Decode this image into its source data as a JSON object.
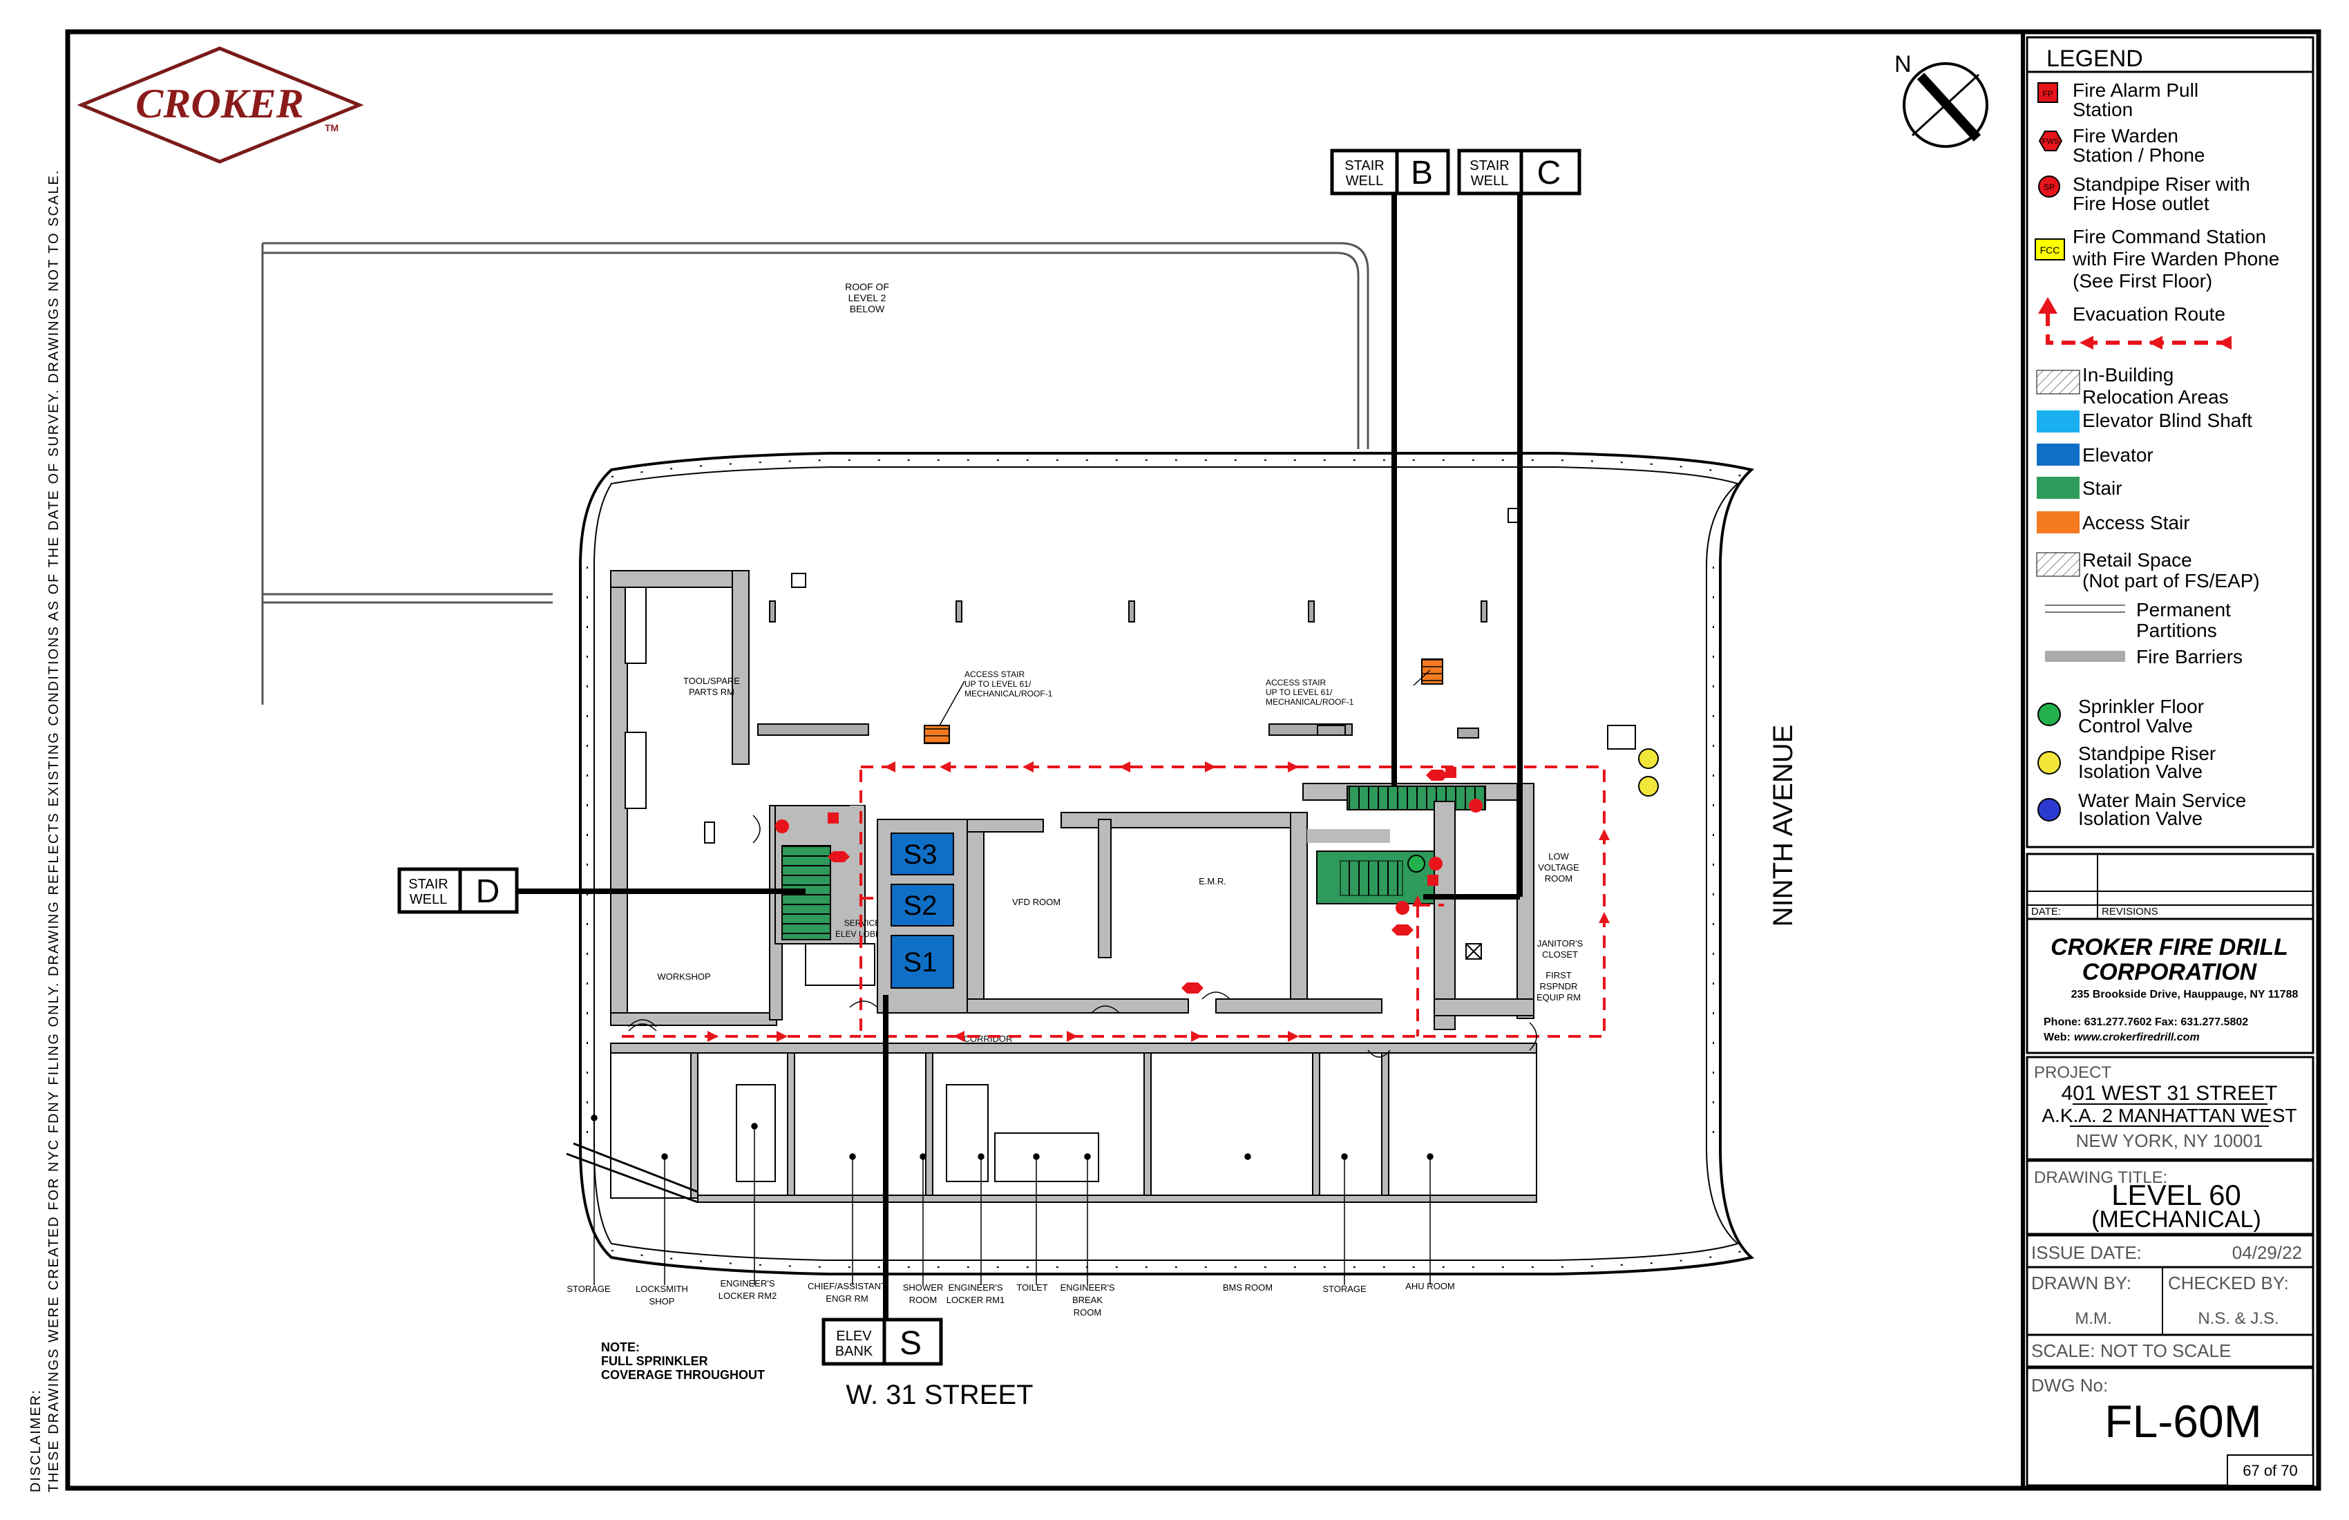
{
  "logo": {
    "text": "CROKER",
    "tm": "TM"
  },
  "disclaimer": {
    "line1": "DISCLAIMER:",
    "line2": "THESE DRAWINGS WERE CREATED FOR NYC FDNY FILING ONLY. DRAWING REFLECTS EXISTING CONDITIONS AS OF THE DATE OF SURVEY. DRAWINGS NOT TO SCALE."
  },
  "north": "N",
  "roof_label": [
    "ROOF OF",
    "LEVEL 2",
    "BELOW"
  ],
  "stairwells": {
    "b": {
      "label1": "STAIR",
      "label2": "WELL",
      "letter": "B"
    },
    "c": {
      "label1": "STAIR",
      "label2": "WELL",
      "letter": "C"
    },
    "d": {
      "label1": "STAIR",
      "label2": "WELL",
      "letter": "D"
    },
    "s": {
      "label1": "ELEV",
      "label2": "BANK",
      "letter": "S"
    }
  },
  "elevators": [
    "S3",
    "S2",
    "S1"
  ],
  "streets": {
    "south": "W. 31 STREET",
    "east": "NINTH AVENUE"
  },
  "access_stair_labels": {
    "west": [
      "ACCESS STAIR",
      "UP TO LEVEL 61/",
      "MECHANICAL/ROOF-1"
    ],
    "east": [
      "ACCESS STAIR",
      "UP TO LEVEL 61/",
      "MECHANICAL/ROOF-1"
    ]
  },
  "rooms": {
    "tool": [
      "TOOL/SPARE",
      "PARTS RM"
    ],
    "workshop": "WORKSHOP",
    "service": [
      "SERVICE",
      "ELEV LOBBY"
    ],
    "vfd": "VFD ROOM",
    "emr": "E.M.R.",
    "low_voltage": [
      "LOW",
      "VOLTAGE",
      "ROOM"
    ],
    "janitor": [
      "JANITOR'S",
      "CLOSET"
    ],
    "first_rspndr": [
      "FIRST",
      "RSPNDR",
      "EQUIP RM"
    ],
    "corridor": "CORRIDOR"
  },
  "bottom_labels": [
    [
      "STORAGE"
    ],
    [
      "LOCKSMITH",
      "SHOP"
    ],
    [
      "ENGINEER'S",
      "LOCKER RM2"
    ],
    [
      "CHIEF/ASSISTANT",
      "ENGR RM"
    ],
    [
      "SHOWER",
      "ROOM"
    ],
    [
      "ENGINEER'S",
      "LOCKER RM1"
    ],
    [
      "TOILET"
    ],
    [
      "ENGINEER'S",
      "BREAK",
      "ROOM"
    ],
    [
      "BMS ROOM"
    ],
    [
      "STORAGE"
    ],
    [
      "AHU ROOM"
    ]
  ],
  "note": [
    "NOTE:",
    "FULL SPRINKLER",
    "COVERAGE THROUGHOUT"
  ],
  "legend": {
    "title": "LEGEND",
    "items": [
      {
        "symbol": "FP",
        "line1": "Fire Alarm Pull",
        "line2": "Station"
      },
      {
        "symbol": "FWS",
        "line1": "Fire Warden",
        "line2": "Station / Phone"
      },
      {
        "symbol": "SP",
        "line1": "Standpipe Riser with",
        "line2": "Fire Hose outlet"
      },
      {
        "symbol": "FCC",
        "line1": "Fire Command Station",
        "line2": "with Fire Warden Phone",
        "line3": "(See First Floor)"
      },
      {
        "symbol": "",
        "line1": "Evacuation  Route"
      },
      {
        "line1": "In-Building",
        "line2": "Relocation Areas"
      },
      {
        "line1": "Elevator Blind Shaft"
      },
      {
        "line1": "Elevator"
      },
      {
        "line1": "Stair"
      },
      {
        "line1": "Access Stair"
      },
      {
        "line1": "Retail Space",
        "line2": "(Not part of FS/EAP)"
      },
      {
        "line1": "Permanent",
        "line2": "Partitions"
      },
      {
        "line1": "Fire Barriers"
      },
      {
        "line1": "Sprinkler Floor",
        "line2": "Control Valve"
      },
      {
        "line1": "Standpipe Riser",
        "line2": "Isolation Valve"
      },
      {
        "line1": "Water Main Service",
        "line2": "Isolation Valve"
      }
    ],
    "colors": {
      "blind_shaft": "#1ab0f0",
      "elevator": "#0f6fc6",
      "stair": "#2e9a5b",
      "access_stair": "#f47b20",
      "fire_red": "#e8141b",
      "fcc_yellow": "#ffff00",
      "sprinkler_green": "#22b14c",
      "standpipe_yellow": "#f2e63a",
      "water_blue": "#2b3bd1"
    }
  },
  "revisions": {
    "date": "DATE:",
    "revisions": "REVISIONS"
  },
  "company": {
    "name1": "CROKER FIRE DRILL",
    "name2": "CORPORATION",
    "address": "235 Brookside Drive, Hauppauge, NY 11788",
    "phone": "Phone: 631.277.7602  Fax: 631.277.5802",
    "web_prefix": "Web: ",
    "web": "www.crokerfiredrill.com"
  },
  "project": {
    "label": "PROJECT",
    "line1": "401 WEST 31 STREET",
    "line2": "A.K.A. 2 MANHATTAN WEST",
    "line3": "NEW YORK, NY 10001"
  },
  "drawing_title": {
    "label": "DRAWING TITLE:",
    "line1": "LEVEL 60",
    "line2": "(MECHANICAL)"
  },
  "issue": {
    "label": "ISSUE DATE:",
    "value": "04/29/22"
  },
  "drawn": {
    "label": "DRAWN BY:",
    "value": "M.M."
  },
  "checked": {
    "label": "CHECKED BY:",
    "value": "N.S. & J.S."
  },
  "scale": {
    "label": "SCALE:",
    "value": "NOT TO SCALE"
  },
  "dwg": {
    "label": "DWG No:",
    "value": "FL-60M"
  },
  "page": "67 of 70"
}
